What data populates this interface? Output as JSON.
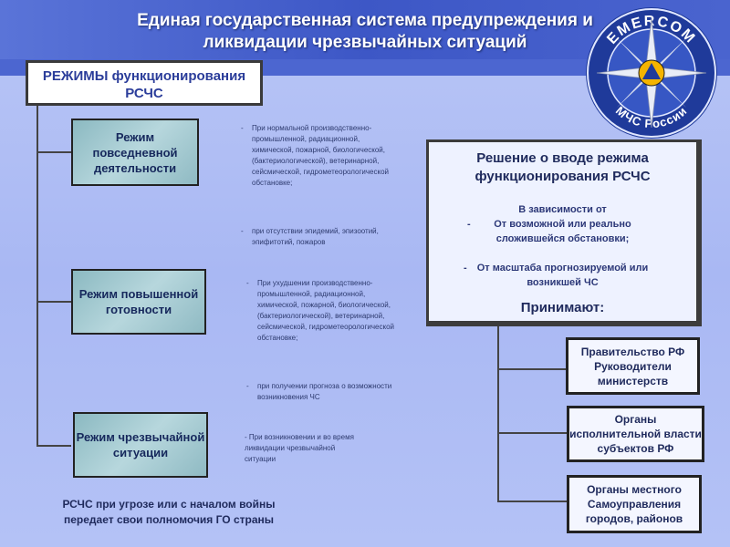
{
  "header": {
    "title": "Единая государственная система предупреждения и ликвидации чрезвычайных ситуаций"
  },
  "logo": {
    "top_text": "EMERCOM",
    "bottom_text": "МЧС России"
  },
  "modes": {
    "heading": "РЕЖИМЫ функционирования РСЧС",
    "items": [
      {
        "label": "Режим повседневной деятельности"
      },
      {
        "label": "Режим повышенной готовности"
      },
      {
        "label": "Режим чрезвычайной ситуации"
      }
    ]
  },
  "notes": {
    "daily_1": "При нормальной производственно-промышленной, радиационной, химической, пожарной, биологической, (бактериологической), ветеринарной, сейсмической, гидрометеорологической обстановке;",
    "daily_2": "при отсутствии эпидемий, эпизоотий, эпифитотий, пожаров",
    "alert_1": "При ухудшении производственно-промышленной, радиационной, химической, пожарной, биологической, (бактериологической), ветеринарной, сейсмической, гидрометеорологической обстановке;",
    "alert_2": "при получении прогноза о возможности возникновения ЧС",
    "emergency": "- При возникновении и во время ликвидации чрезвычайной ситуации"
  },
  "decision": {
    "title": "Решение о вводе режима функционирования РСЧС",
    "depends": "В зависимости от",
    "item_1": "От возможной или реально сложившейся обстановки;",
    "item_2": "От масштаба прогнозируемой или возникшей ЧС",
    "accepts": "Принимают:"
  },
  "authorities": [
    {
      "label": "Правительство РФ Руководители министерств"
    },
    {
      "label": "Органы исполнительной власти субъектов РФ"
    },
    {
      "label": "Органы местного Самоуправления городов, районов"
    }
  ],
  "footer_note": "РСЧС при угрозе или с началом войны передает свои полномочия ГО страны"
}
